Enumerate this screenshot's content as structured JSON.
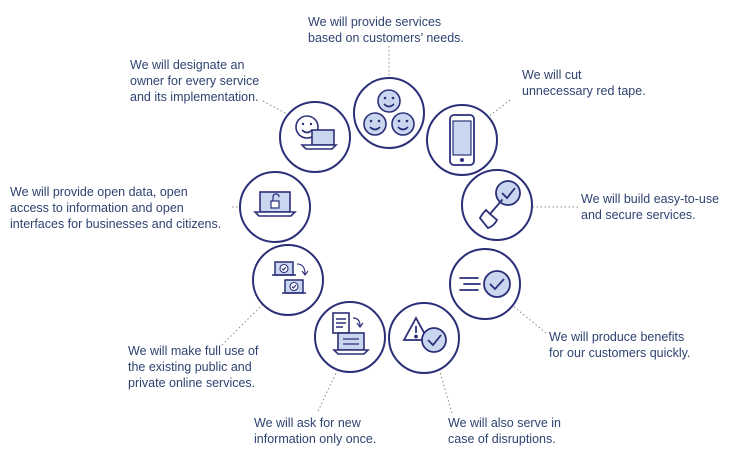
{
  "colors": {
    "circle": "#2b2f78",
    "screen_fill": "#c9d6ef",
    "text": "#2f4370",
    "connector": "#8a8a8a"
  },
  "items": [
    {
      "icon": "smiley-faces-icon",
      "lines": [
        "We will provide services",
        "based on customers’ needs."
      ]
    },
    {
      "icon": "smartphone-icon",
      "lines": [
        "We will cut",
        "unnecessary red tape."
      ]
    },
    {
      "icon": "touch-checkmark-icon",
      "lines": [
        "We will build easy-to-use",
        "and secure services."
      ]
    },
    {
      "icon": "fast-checkmark-icon",
      "lines": [
        "We will produce benefits",
        "for our customers quickly."
      ]
    },
    {
      "icon": "warning-checkmark-icon",
      "lines": [
        "We will also serve in",
        "case of disruptions."
      ]
    },
    {
      "icon": "document-laptop-icon",
      "lines": [
        "We will ask for new",
        "information only once."
      ]
    },
    {
      "icon": "linked-laptops-icon",
      "lines": [
        "We will make full use of",
        "the  existing public and",
        "private online services."
      ]
    },
    {
      "icon": "open-lock-laptop-icon",
      "lines": [
        "We will provide open data, open",
        "access to information and open",
        "interfaces for businesses and citizens."
      ]
    },
    {
      "icon": "owner-laptop-icon",
      "lines": [
        "We will designate an",
        "owner for every service",
        "and its implementation."
      ]
    }
  ]
}
